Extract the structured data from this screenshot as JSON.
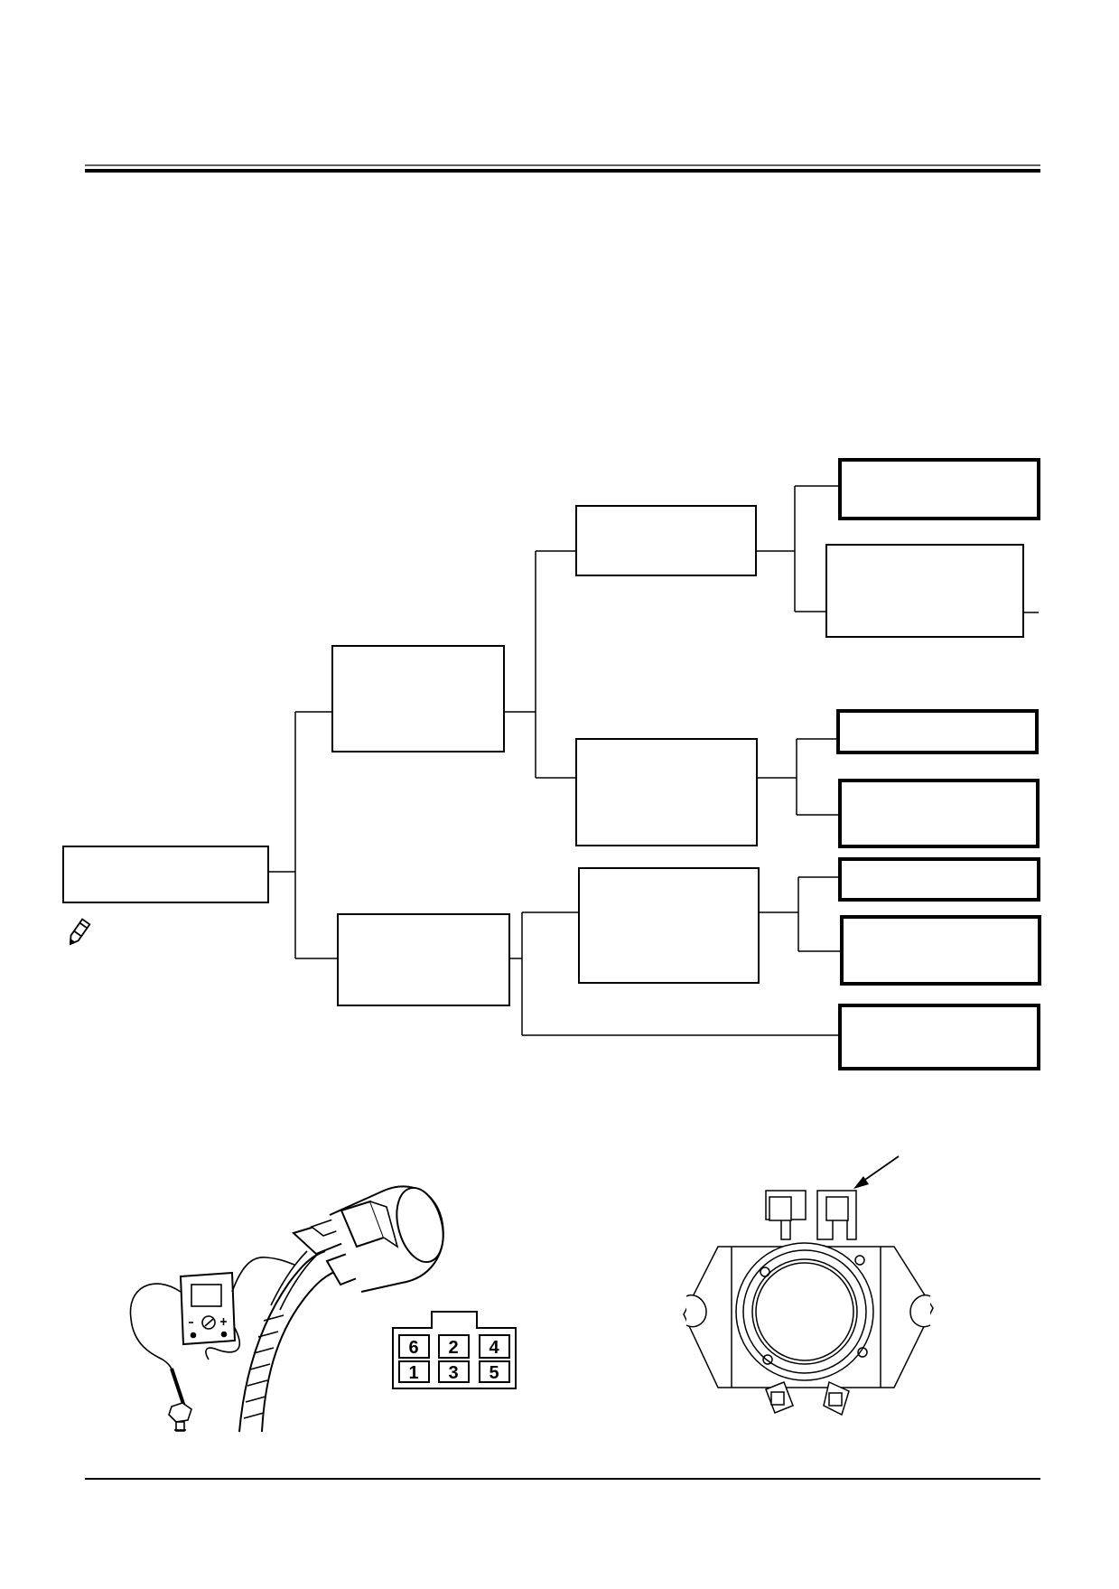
{
  "diagram": {
    "flowchart_boxes": [
      {
        "id": "root",
        "text": ""
      },
      {
        "id": "upper-branch",
        "text": ""
      },
      {
        "id": "lower-branch",
        "text": ""
      },
      {
        "id": "upper-a",
        "text": ""
      },
      {
        "id": "upper-b",
        "text": ""
      },
      {
        "id": "lower-a",
        "text": ""
      },
      {
        "id": "result-1",
        "text": ""
      },
      {
        "id": "result-2",
        "text": ""
      },
      {
        "id": "result-3",
        "text": ""
      },
      {
        "id": "result-4",
        "text": ""
      },
      {
        "id": "result-5",
        "text": ""
      },
      {
        "id": "result-6",
        "text": ""
      },
      {
        "id": "result-7",
        "text": ""
      }
    ],
    "connector": {
      "pins_top": [
        "6",
        "2",
        "4"
      ],
      "pins_bottom": [
        "1",
        "3",
        "5"
      ]
    },
    "icons": {
      "note": "pencil-icon",
      "meter": "multimeter-icon",
      "component": "stator-icon"
    }
  }
}
